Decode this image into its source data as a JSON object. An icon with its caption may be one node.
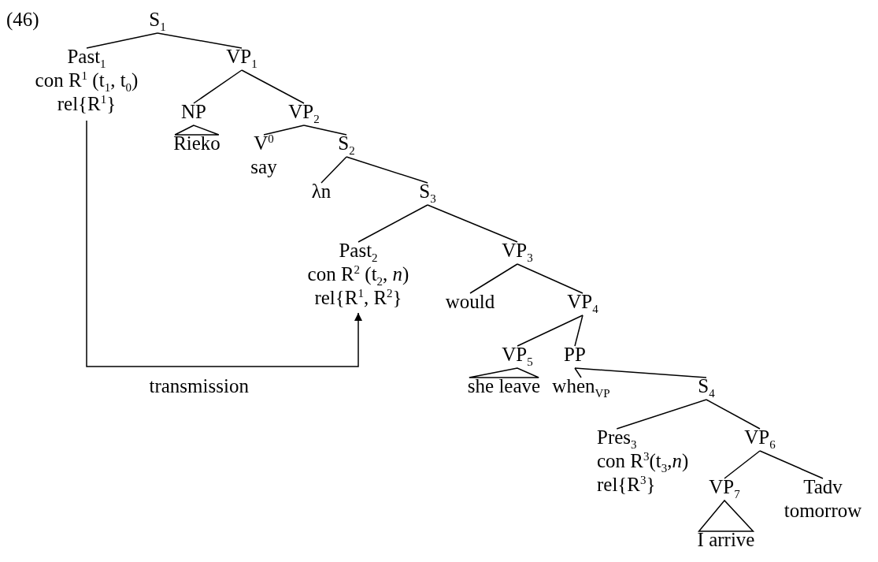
{
  "diagram": {
    "nodes": [
      {
        "text": [
          "S$_{1}$"
        ]
      },
      {
        "text": [
          "Past$_{1}$",
          "con R$^{1}$ (t$_{1}$, t$_{0}$)",
          "rel{R$^{1}$}"
        ]
      },
      {
        "text": [
          "VP$_{1}$"
        ]
      },
      {
        "text": [
          "NP"
        ]
      },
      {
        "text": [
          "Rieko"
        ]
      },
      {
        "text": [
          "VP$_{2}$"
        ]
      },
      {
        "text": [
          "V$^{0}$",
          "say"
        ]
      },
      {
        "text": [
          "S$_{2}$"
        ]
      },
      {
        "text": [
          "λn"
        ]
      },
      {
        "text": [
          "S$_{3}$"
        ]
      },
      {
        "text": [
          "Past$_{2}$",
          "con R$^{2}$ (t$_{2}$, *n*)",
          "rel{R$^{1}$, R$^{2}$}"
        ]
      },
      {
        "text": [
          "VP$_{3}$"
        ]
      },
      {
        "text": [
          "would"
        ]
      },
      {
        "text": [
          "VP$_{4}$"
        ]
      },
      {
        "text": [
          "VP$_{5}$"
        ]
      },
      {
        "text": [
          "she leave"
        ]
      },
      {
        "text": [
          "PP"
        ]
      },
      {
        "text": [
          "when$_{VP}$"
        ]
      },
      {
        "text": [
          "S$_{4}$"
        ]
      },
      {
        "text": [
          "Pres$_{3}$",
          "con R$^{3}$(t$_{3}$,*n*)",
          "rel{R$^{3}$}"
        ]
      },
      {
        "text": [
          "VP$_{6}$"
        ]
      },
      {
        "text": [
          "VP$_{7}$"
        ]
      },
      {
        "text": [
          "I arrive"
        ]
      },
      {
        "text": [
          "Tadv",
          "tomorrow"
        ]
      }
    ],
    "edges": [
      {
        "from": 0,
        "to": 1,
        "arrow": "none"
      },
      {
        "from": 0,
        "to": 2,
        "arrow": "none"
      },
      {
        "from": 2,
        "to": 3,
        "arrow": "none"
      },
      {
        "from": 2,
        "to": 5,
        "arrow": "none"
      },
      {
        "from": 3,
        "to": 4,
        "arrow": "none"
      },
      {
        "from": 5,
        "to": 6,
        "arrow": "none"
      },
      {
        "from": 5,
        "to": 7,
        "arrow": "none"
      },
      {
        "from": 7,
        "to": 8,
        "arrow": "none"
      },
      {
        "from": 7,
        "to": 9,
        "arrow": "none"
      },
      {
        "from": 9,
        "to": 10,
        "arrow": "none"
      },
      {
        "from": 9,
        "to": 11,
        "arrow": "none"
      },
      {
        "from": 11,
        "to": 12,
        "arrow": "none"
      },
      {
        "from": 11,
        "to": 13,
        "arrow": "none"
      },
      {
        "from": 13,
        "to": 14,
        "arrow": "none"
      },
      {
        "from": 13,
        "to": 16,
        "arrow": "none"
      },
      {
        "from": 14,
        "to": 15,
        "arrow": "none"
      },
      {
        "from": 16,
        "to": 17,
        "arrow": "none"
      },
      {
        "from": 16,
        "to": 18,
        "arrow": "none"
      },
      {
        "from": 18,
        "to": 19,
        "arrow": "none"
      },
      {
        "from": 18,
        "to": 20,
        "arrow": "none"
      },
      {
        "from": 20,
        "to": 21,
        "arrow": "none"
      },
      {
        "from": 20,
        "to": 23,
        "arrow": "none"
      },
      {
        "from": 21,
        "to": 22,
        "arrow": "none"
      },
      {
        "from": 1,
        "to": 10,
        "arrow": "to",
        "label": "transmission"
      }
    ],
    "labels": [
      "(46)"
    ]
  }
}
